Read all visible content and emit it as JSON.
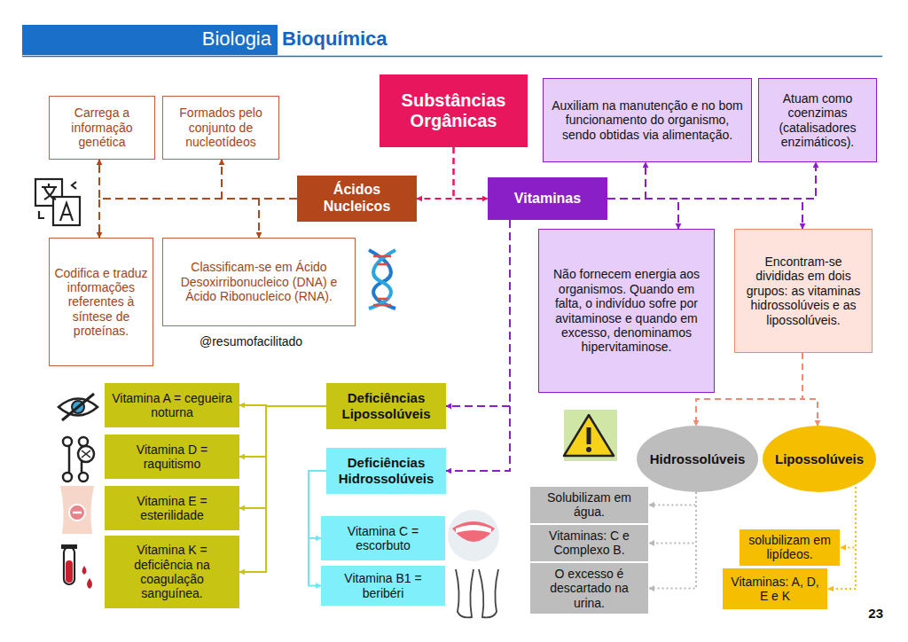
{
  "diagram": {
    "nodes": [
      {
        "text": [
          "Substâncias Orgânicas"
        ]
      },
      {
        "text": [
          "Ácidos Nucleicos"
        ]
      },
      {
        "text": [
          "Vitaminas"
        ]
      },
      {
        "text": [
          "Carrega a informação genética"
        ]
      },
      {
        "text": [
          "Formados pelo conjunto de nucleotídeos"
        ]
      },
      {
        "text": [
          "Codifica e traduz informações referentes à síntese de proteínas."
        ]
      },
      {
        "text": [
          "Classificam-se em Ácido Desoxirribonucleico (DNA) e Ácido Ribonucleico (RNA)."
        ]
      },
      {
        "text": [
          "Auxiliam na manutenção e no bom funcionamento do organismo, sendo obtidas via alimentação."
        ]
      },
      {
        "text": [
          "Atuam como coenzimas (catalisadores enzimáticos)."
        ]
      },
      {
        "text": [
          "Não fornecem energia aos organismos. Quando em falta, o indivíduo sofre por avitaminose e quando em excesso, denominamos hipervitaminose."
        ]
      },
      {
        "text": [
          "Encontram-se divididas em dois grupos: as vitaminas hidrossolúveis e as lipossolúveis."
        ]
      },
      {
        "text": [
          "Deficiências Lipossolúveis"
        ]
      },
      {
        "text": [
          "Deficiências Hidrossolúveis"
        ]
      },
      {
        "text": [
          "Vitamina A = cegueira noturna"
        ]
      },
      {
        "text": [
          "Vitamina D = raquitismo"
        ]
      },
      {
        "text": [
          "Vitamina E = esterilidade"
        ]
      },
      {
        "text": [
          "Vitamina K = deficiência na coagulação sanguínea."
        ]
      },
      {
        "text": [
          "Vitamina C = escorbuto"
        ]
      },
      {
        "text": [
          "Vitamina B1 = beribéri"
        ]
      },
      {
        "text": [
          "Hidrossolúveis"
        ]
      },
      {
        "text": [
          "Lipossolúveis"
        ]
      },
      {
        "text": [
          "Solubilizam em água."
        ]
      },
      {
        "text": [
          "Vitaminas: C e Complexo B."
        ]
      },
      {
        "text": [
          "O excesso é descartado na urina."
        ]
      },
      {
        "text": [
          "solubilizam em lipídeos."
        ]
      },
      {
        "text": [
          "Vitaminas: A, D, E e K"
        ]
      }
    ],
    "edges": [
      {
        "from": 0,
        "to": 1,
        "arrow": "to"
      },
      {
        "from": 0,
        "to": 2,
        "arrow": "to"
      },
      {
        "from": 1,
        "to": 3,
        "arrow": "to"
      },
      {
        "from": 1,
        "to": 4,
        "arrow": "to"
      },
      {
        "from": 1,
        "to": 5,
        "arrow": "to"
      },
      {
        "from": 1,
        "to": 6,
        "arrow": "to"
      },
      {
        "from": 2,
        "to": 7,
        "arrow": "to"
      },
      {
        "from": 2,
        "to": 8,
        "arrow": "to"
      },
      {
        "from": 2,
        "to": 9,
        "arrow": "to"
      },
      {
        "from": 2,
        "to": 10,
        "arrow": "to"
      },
      {
        "from": 2,
        "to": 11,
        "arrow": "to"
      },
      {
        "from": 2,
        "to": 12,
        "arrow": "to"
      },
      {
        "from": 10,
        "to": 19,
        "arrow": "to"
      },
      {
        "from": 10,
        "to": 20,
        "arrow": "to"
      },
      {
        "from": 19,
        "to": 21,
        "arrow": "to"
      },
      {
        "from": 19,
        "to": 22,
        "arrow": "to"
      },
      {
        "from": 19,
        "to": 23,
        "arrow": "to"
      },
      {
        "from": 20,
        "to": 24,
        "arrow": "to"
      },
      {
        "from": 20,
        "to": 25,
        "arrow": "to"
      },
      {
        "from": 11,
        "to": 13,
        "arrow": "to"
      },
      {
        "from": 11,
        "to": 14,
        "arrow": "to"
      },
      {
        "from": 11,
        "to": 15,
        "arrow": "to"
      },
      {
        "from": 11,
        "to": 16,
        "arrow": "to"
      },
      {
        "from": 12,
        "to": 17,
        "arrow": "to"
      },
      {
        "from": 12,
        "to": 18,
        "arrow": "to"
      }
    ],
    "labels": [
      "Biologia",
      "Bioquímica",
      "@resumofacilitado",
      "23"
    ]
  }
}
